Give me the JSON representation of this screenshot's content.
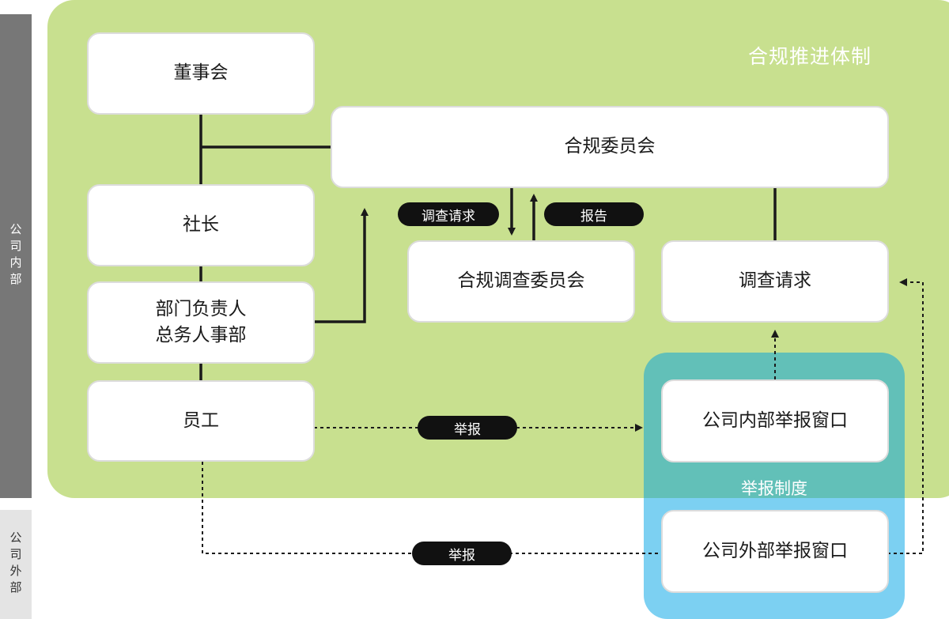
{
  "sides": {
    "internal": "公司内部",
    "external": "公司外部"
  },
  "area_title": "合规推进体制",
  "report_system": "举报制度",
  "boxes": {
    "board": "董事会",
    "president": "社长",
    "dept_line1": "部门负责人",
    "dept_line2": "总务人事部",
    "employee": "员工",
    "compliance_committee": "合规委员会",
    "investigation_committee": "合规调查委员会",
    "investigation_request": "调查请求",
    "internal_window": "公司内部举报窗口",
    "external_window": "公司外部举报窗口"
  },
  "pills": {
    "request": "调查请求",
    "report": "报告",
    "whistle_internal": "举报",
    "whistle_external": "举报"
  },
  "colors": {
    "green_area": "#c8e08f",
    "teal": "#62c0b8",
    "sky_blue": "#7cd0f2",
    "side_internal": "#777777",
    "side_external": "#e4e4e4",
    "line": "#1a1a1a"
  }
}
